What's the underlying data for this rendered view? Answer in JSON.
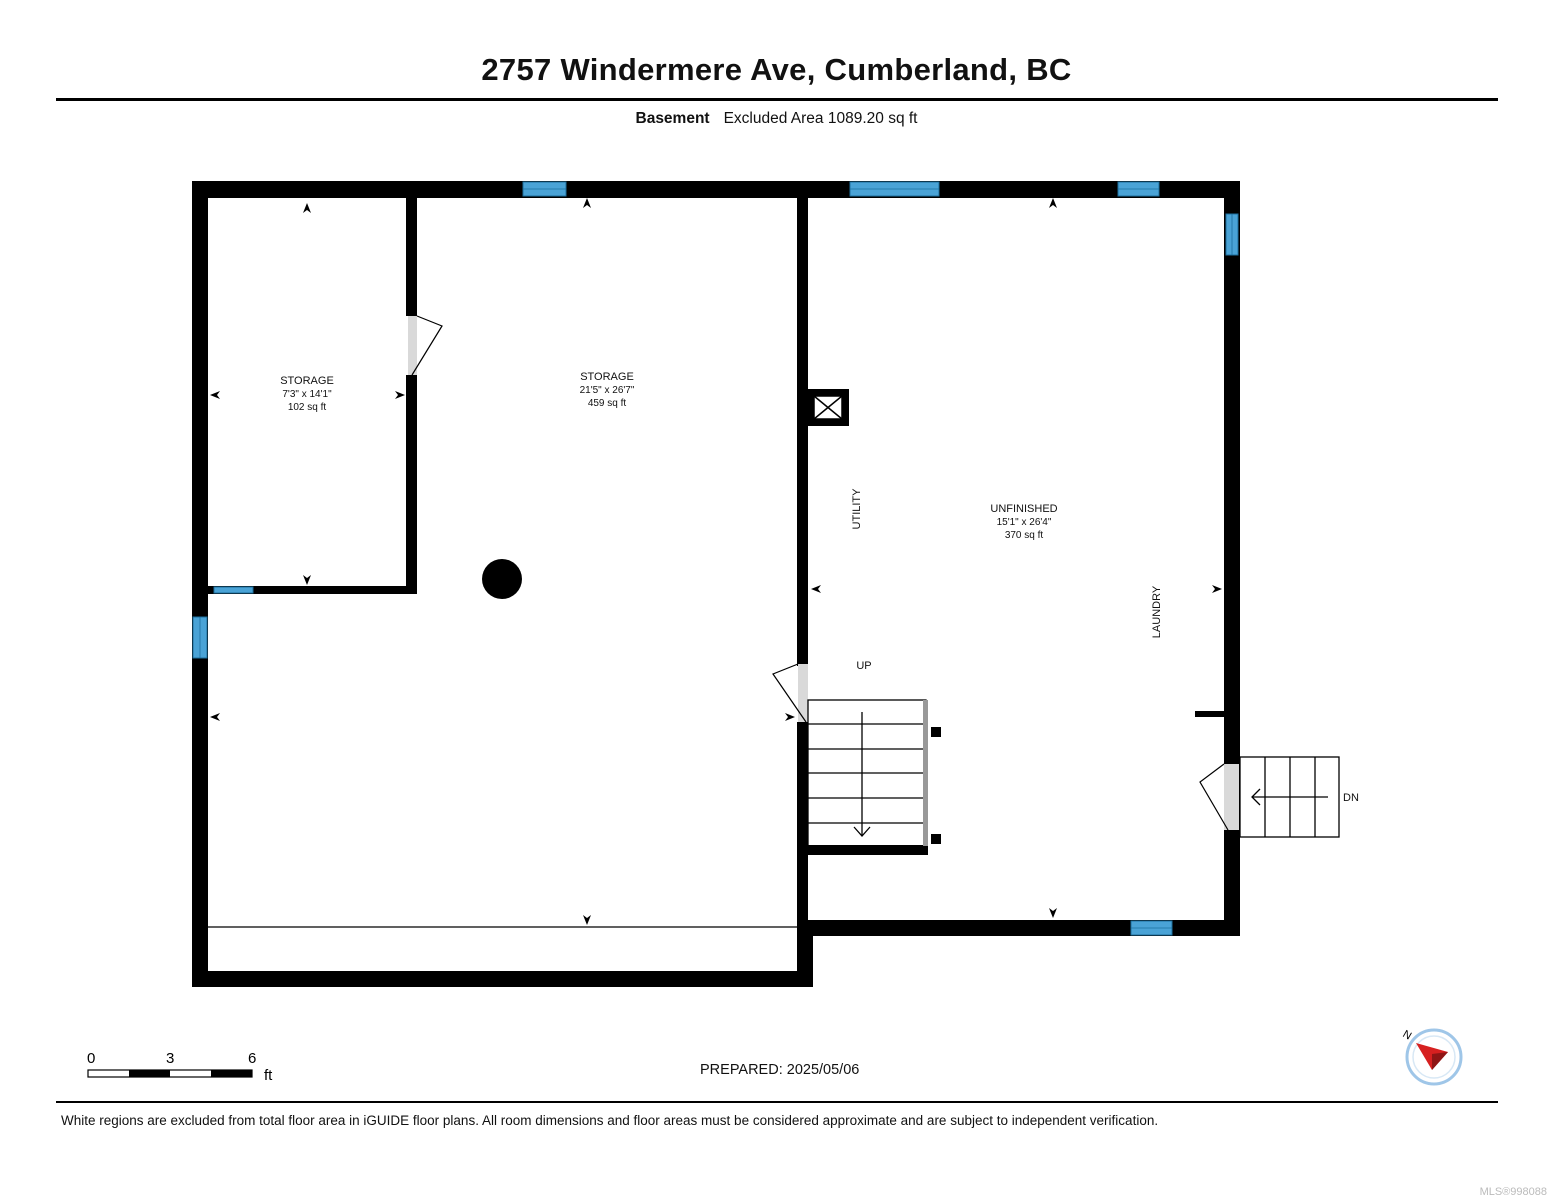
{
  "header": {
    "title": "2757 Windermere Ave, Cumberland, BC",
    "floor": "Basement",
    "area_text": "Excluded Area 1089.20 sq ft"
  },
  "rooms": [
    {
      "name": "STORAGE",
      "dims": "7'3\" x 14'1\"",
      "area": "102 sq ft"
    },
    {
      "name": "STORAGE",
      "dims": "21'5\" x 26'7\"",
      "area": "459 sq ft"
    },
    {
      "name": "UNFINISHED",
      "dims": "15'1\" x 26'4\"",
      "area": "370 sq ft"
    }
  ],
  "labels": {
    "utility": "UTILITY",
    "laundry": "LAUNDRY",
    "stairs_up": "UP",
    "stairs_down": "DN"
  },
  "scale": {
    "ticks": [
      "0",
      "3",
      "6"
    ],
    "unit": "ft"
  },
  "compass": {
    "label": "N"
  },
  "footer": {
    "prepared": "PREPARED: 2025/05/06",
    "disclaimer": "White regions are excluded from total floor area in iGUIDE floor plans. All room dimensions and floor areas must be considered approximate and are subject to independent verification.",
    "watermark": "MLS®998088"
  },
  "colors": {
    "wall": "#000000",
    "window": "#4aa3d6",
    "door": "#d9d9d9",
    "compass_accent": "#d62020",
    "compass_ring": "#9fc6e8"
  }
}
